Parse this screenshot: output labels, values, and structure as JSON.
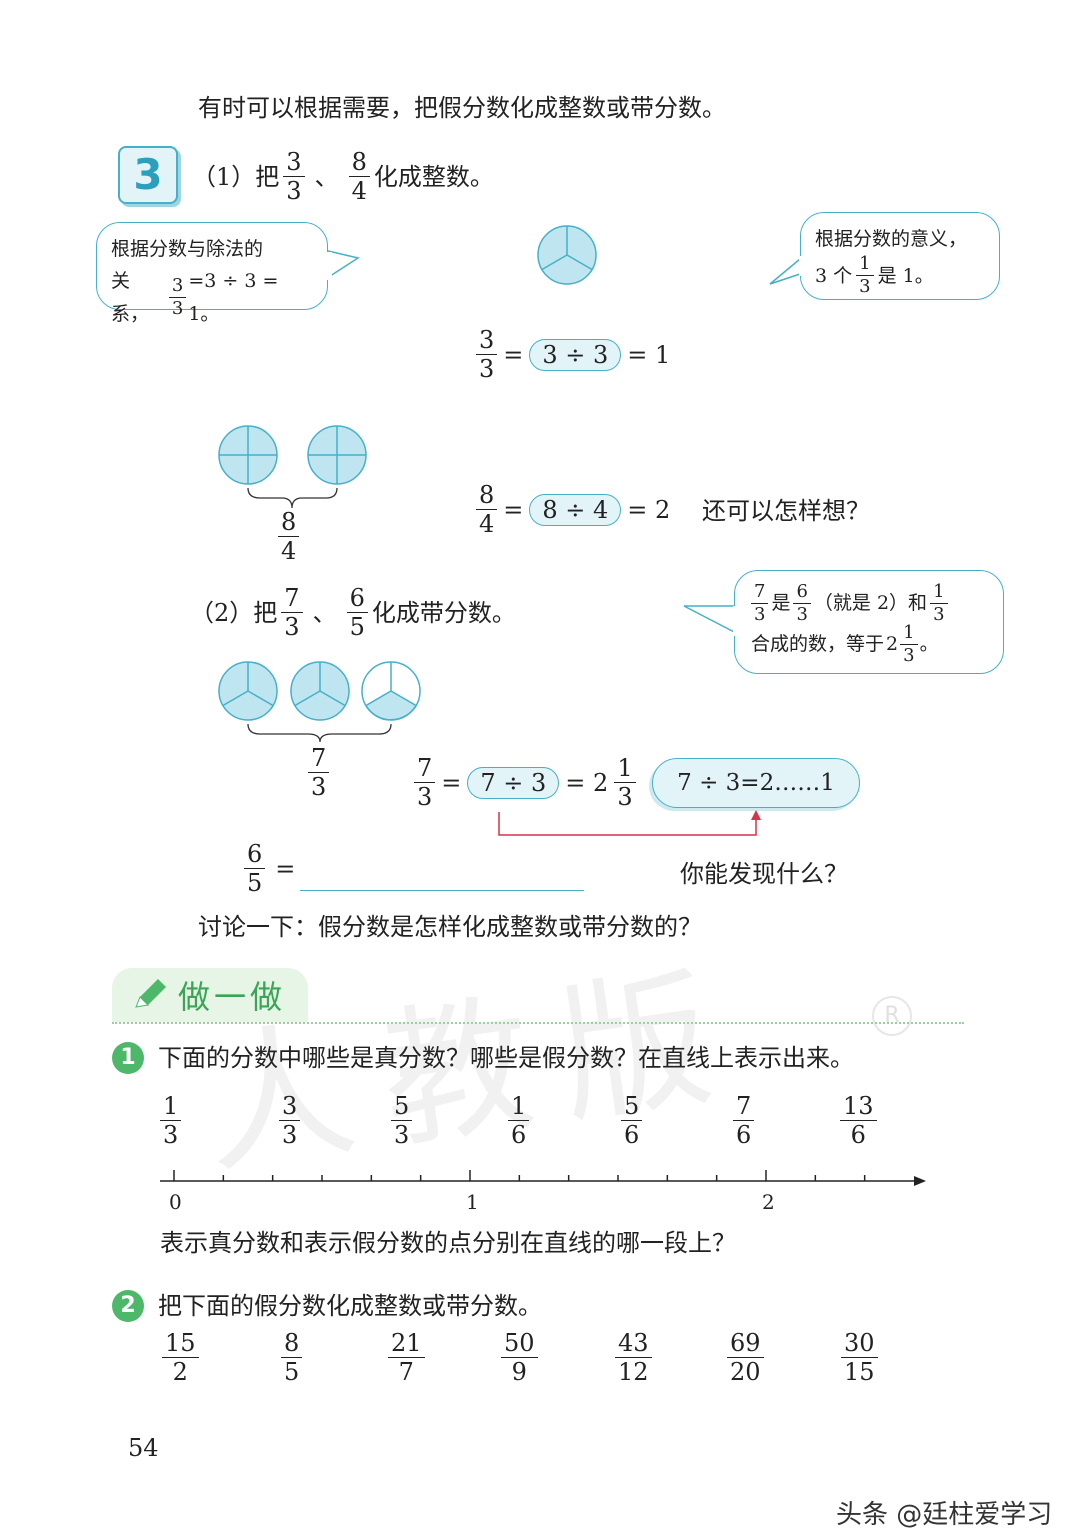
{
  "intro": "有时可以根据需要，把假分数化成整数或带分数。",
  "example": {
    "number": "3",
    "part1": {
      "label": "（1）把",
      "frac_a": {
        "n": "3",
        "d": "3"
      },
      "sep": "、",
      "frac_b": {
        "n": "8",
        "d": "4"
      },
      "suffix": "化成整数。"
    },
    "bubble_left": {
      "line1": "根据分数与除法的",
      "prefix": "关系，",
      "frac": {
        "n": "3",
        "d": "3"
      },
      "suffix": "=3 ÷ 3 = 1。"
    },
    "bubble_right": {
      "line1": "根据分数的意义，",
      "prefix": "3 个",
      "frac": {
        "n": "1",
        "d": "3"
      },
      "suffix": "是 1。"
    },
    "eq1": {
      "frac": {
        "n": "3",
        "d": "3"
      },
      "eq": "=",
      "pill": "3 ÷ 3",
      "result": "= 1"
    },
    "brace1_frac": {
      "n": "8",
      "d": "4"
    },
    "eq2": {
      "frac": {
        "n": "8",
        "d": "4"
      },
      "eq": "=",
      "pill": "8 ÷ 4",
      "result": "= 2"
    },
    "think_question": "还可以怎样想？",
    "part2": {
      "label": "（2）把",
      "frac_a": {
        "n": "7",
        "d": "3"
      },
      "sep": "、",
      "frac_b": {
        "n": "6",
        "d": "5"
      },
      "suffix": "化成带分数。"
    },
    "bubble_right2": {
      "frac_a": {
        "n": "7",
        "d": "3"
      },
      "mid1": "是",
      "frac_b": {
        "n": "6",
        "d": "3"
      },
      "mid2": "（就是 2）和",
      "frac_c": {
        "n": "1",
        "d": "3"
      },
      "line2_prefix": "合成的数，等于",
      "whole": "2",
      "frac_d": {
        "n": "1",
        "d": "3"
      },
      "line2_suffix": "。"
    },
    "brace2_frac": {
      "n": "7",
      "d": "3"
    },
    "eq3": {
      "frac": {
        "n": "7",
        "d": "3"
      },
      "eq": "=",
      "pill": "7 ÷ 3",
      "result": "= 2",
      "mixed": {
        "n": "1",
        "d": "3"
      }
    },
    "division_box": "7  ÷  3=2……1",
    "eq4": {
      "frac": {
        "n": "6",
        "d": "5"
      },
      "eq": "="
    },
    "discover": "你能发现什么？",
    "discuss": "讨论一下：假分数是怎样化成整数或带分数的？"
  },
  "exercise": {
    "header": "做一做",
    "q1": {
      "num": "1",
      "text": "下面的分数中哪些是真分数？哪些是假分数？在直线上表示出来。",
      "fractions": [
        {
          "n": "1",
          "d": "3"
        },
        {
          "n": "3",
          "d": "3"
        },
        {
          "n": "5",
          "d": "3"
        },
        {
          "n": "1",
          "d": "6"
        },
        {
          "n": "5",
          "d": "6"
        },
        {
          "n": "7",
          "d": "6"
        },
        {
          "n": "13",
          "d": "6"
        }
      ],
      "numberline": {
        "labels": [
          "0",
          "1",
          "2"
        ]
      },
      "followup": "表示真分数和表示假分数的点分别在直线的哪一段上？"
    },
    "q2": {
      "num": "2",
      "text": "把下面的假分数化成整数或带分数。",
      "fractions": [
        {
          "n": "15",
          "d": "2"
        },
        {
          "n": "8",
          "d": "5"
        },
        {
          "n": "21",
          "d": "7"
        },
        {
          "n": "50",
          "d": "9"
        },
        {
          "n": "43",
          "d": "12"
        },
        {
          "n": "69",
          "d": "20"
        },
        {
          "n": "30",
          "d": "15"
        }
      ]
    }
  },
  "page_number": "54",
  "watermark": "人教版",
  "footer_credit": "头条 @廷柱爱学习",
  "colors": {
    "accent_blue": "#45b0c7",
    "fill_blue": "#bfe6f0",
    "green": "#4db86a",
    "header_bg": "#e6f5e6",
    "arrow_red": "#d6334a"
  }
}
